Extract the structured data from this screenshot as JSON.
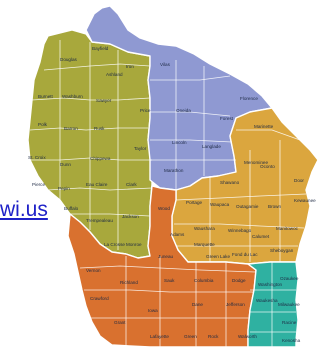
{
  "link": {
    "text": "wi.us"
  },
  "colors": {
    "olive": "#a8a83c",
    "blue": "#8f99d2",
    "gold": "#dba63e",
    "orange": "#d9712f",
    "teal": "#2fb1a1",
    "link": "#1f22c8"
  },
  "regions": [
    {
      "id": "northwest",
      "color": "olive"
    },
    {
      "id": "north",
      "color": "blue"
    },
    {
      "id": "northeast",
      "color": "gold"
    },
    {
      "id": "southwest",
      "color": "orange"
    },
    {
      "id": "southeast",
      "color": "teal"
    }
  ],
  "counties": [
    "Douglas",
    "Bayfield",
    "Ashland",
    "Iron",
    "Vilas",
    "Burnett",
    "Washburn",
    "Sawyer",
    "Price",
    "Oneida",
    "Forest",
    "Florence",
    "Marinette",
    "Polk",
    "Barron",
    "Rusk",
    "Taylor",
    "Lincoln",
    "Langlade",
    "Menominee",
    "Oconto",
    "Door",
    "St. Croix",
    "Dunn",
    "Chippewa",
    "Marathon",
    "Shawano",
    "Kewaunee",
    "Pierce",
    "Pepin",
    "Eau Claire",
    "Clark",
    "Wood",
    "Portage",
    "Waupaca",
    "Outagamie",
    "Brown",
    "Buffalo",
    "Trempealeau",
    "Jackson",
    "Adams",
    "Waushara",
    "Winnebago",
    "Calumet",
    "Manitowoc",
    "La Crosse",
    "Monroe",
    "Juneau",
    "Marquette",
    "Green Lake",
    "Fond du Lac",
    "Sheboygan",
    "Vernon",
    "Richland",
    "Sauk",
    "Columbia",
    "Dodge",
    "Washington",
    "Ozaukee",
    "Crawford",
    "Iowa",
    "Dane",
    "Jefferson",
    "Waukesha",
    "Milwaukee",
    "Grant",
    "Lafayette",
    "Green",
    "Rock",
    "Walworth",
    "Racine",
    "Kenosha"
  ]
}
